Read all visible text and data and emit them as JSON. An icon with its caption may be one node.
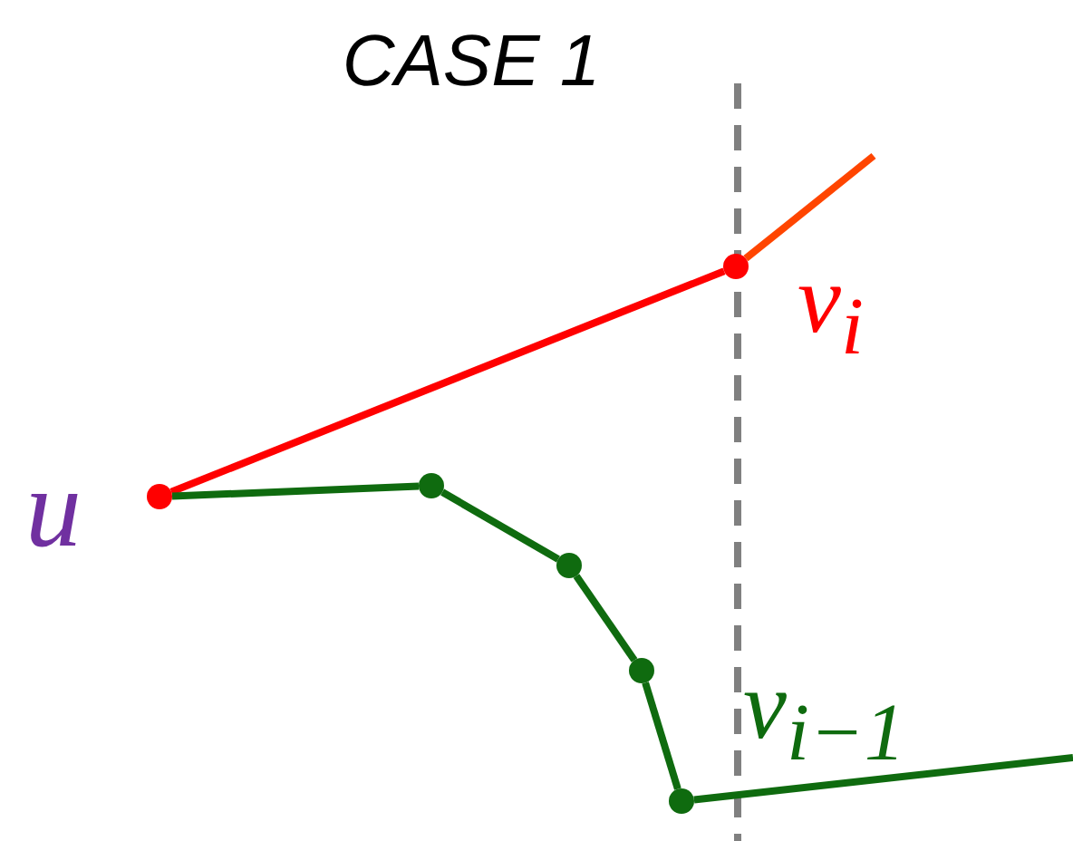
{
  "diagram": {
    "title": "CASE 1",
    "nodes": [
      {
        "text": [],
        "shape": "circle",
        "beside": [
          "u"
        ]
      },
      {
        "text": [],
        "shape": "circle",
        "beside": [
          "v$_{i}$"
        ]
      },
      {
        "text": [],
        "shape": "circle"
      },
      {
        "text": [],
        "shape": "circle"
      },
      {
        "text": [],
        "shape": "circle"
      },
      {
        "text": [],
        "shape": "circle"
      }
    ],
    "edges": [
      {
        "from": 0,
        "to": 1,
        "arrow": "none",
        "color": "#ff0000"
      },
      {
        "from": 1,
        "to": null,
        "arrow": "none",
        "color": "#ff4500"
      },
      {
        "from": 0,
        "to": 2,
        "arrow": "none"
      },
      {
        "from": 2,
        "to": 3,
        "arrow": "none"
      },
      {
        "from": 3,
        "to": 4,
        "arrow": "none"
      },
      {
        "from": 4,
        "to": 5,
        "arrow": "none"
      },
      {
        "from": 5,
        "to": null,
        "arrow": "none"
      }
    ],
    "labels": [
      "v$_{i−1}$"
    ]
  }
}
